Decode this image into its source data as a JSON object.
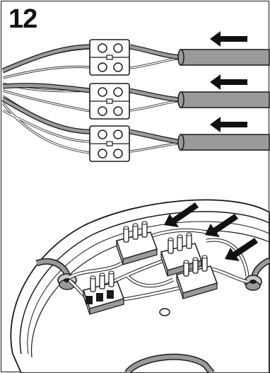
{
  "step": {
    "number": "12"
  },
  "colors": {
    "outline": "#1a1a1a",
    "cable_fill": "#9a9a9a",
    "wire_fill": "#ffffff",
    "base_fill": "#ffffff",
    "metal_fill": "#c8c8c8"
  },
  "upper_panel": {
    "cables": 3,
    "arrows": 3,
    "arrow_direction": "left",
    "connector_blocks": 3,
    "screws_per_block": 4
  },
  "lower_panel": {
    "arrows": 3,
    "arrow_direction": "down-left",
    "terminal_blocks": 4,
    "cable_glands": 2
  }
}
